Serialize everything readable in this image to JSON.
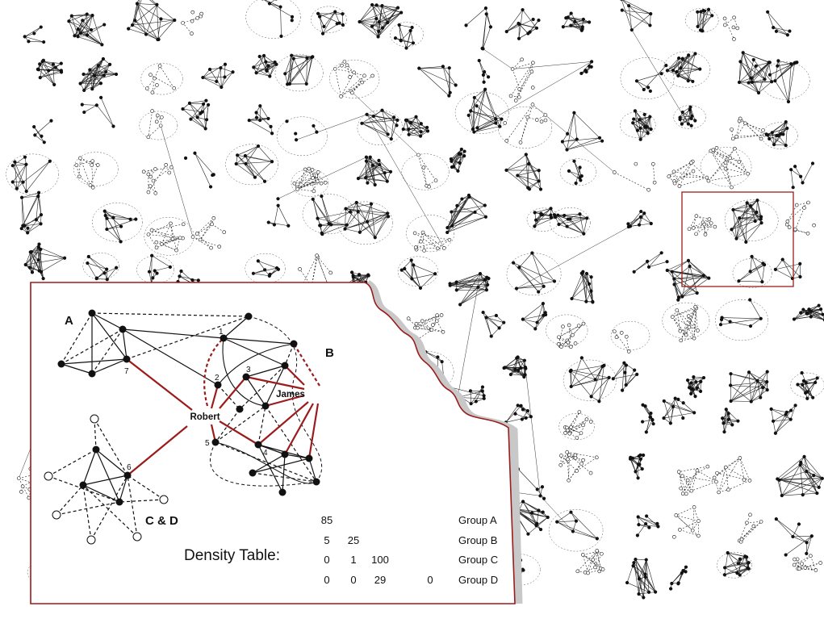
{
  "figure": {
    "group_labels": {
      "a": "A",
      "b": "B",
      "cd": "C & D"
    },
    "node_labels": [
      "1",
      "2",
      "3",
      "4",
      "5",
      "6",
      "7"
    ],
    "people": {
      "robert": "Robert",
      "james": "James"
    },
    "density_table": {
      "title": "Density Table:",
      "rows": [
        {
          "group": "Group A",
          "values": [
            "85"
          ]
        },
        {
          "group": "Group B",
          "values": [
            "5",
            "25"
          ]
        },
        {
          "group": "Group C",
          "values": [
            "0",
            "1",
            "100"
          ]
        },
        {
          "group": "Group D",
          "values": [
            "0",
            "0",
            "29",
            "0"
          ]
        }
      ]
    },
    "colors": {
      "accent": "#9b1c1c",
      "band": "#c8c8c8",
      "ink": "#111111"
    }
  }
}
